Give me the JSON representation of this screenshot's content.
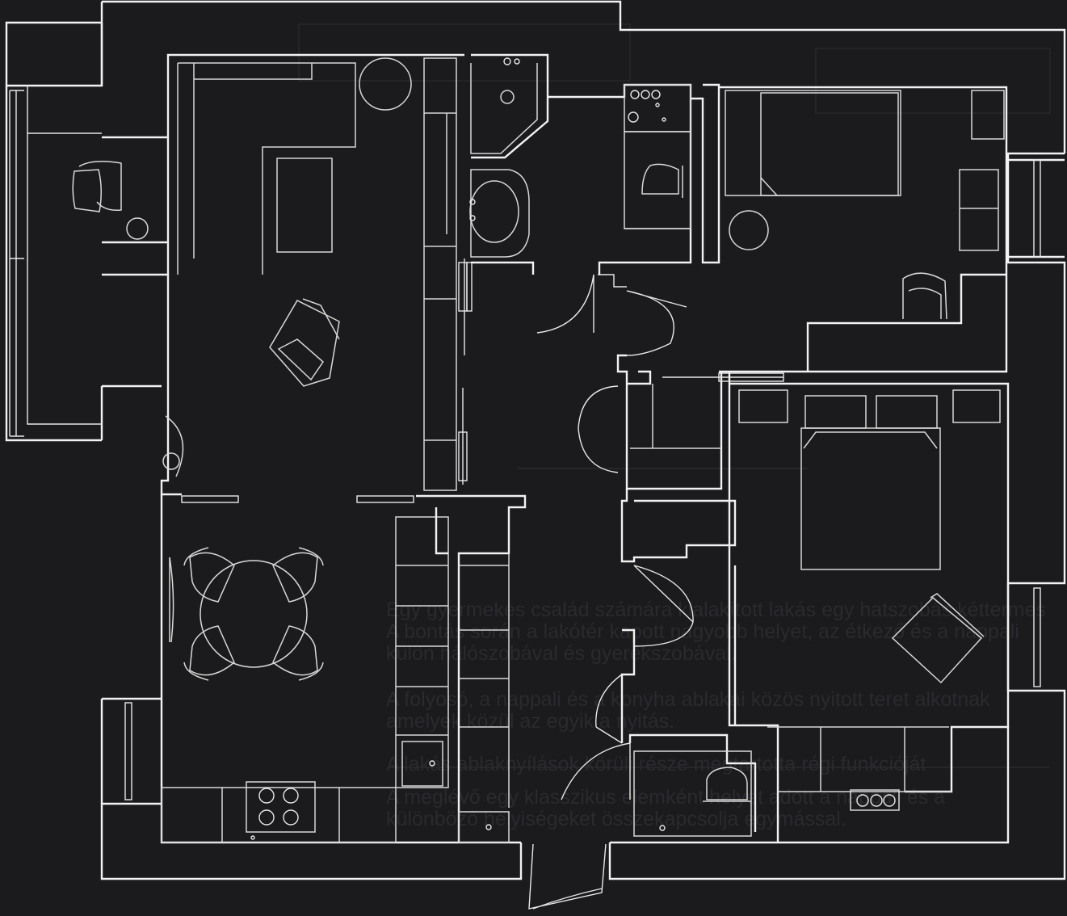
{
  "floorplan": {
    "colors": {
      "background": "#1b1b1d",
      "line": "#f2f2f2",
      "ghost_text": "#2a2a2e"
    },
    "rooms": [
      "living-room",
      "kitchen-dining",
      "bathroom",
      "wc",
      "hallway",
      "child-room",
      "bedroom",
      "balcony",
      "utility-room"
    ]
  },
  "ghost_text": {
    "lines": [
      "Egy gyermekes család számára kialakított lakás egy hatszobás kéttermes",
      "A bontás során a lakótér kapott nagyobb helyet, az étkező és a nappali",
      "külön hálószobával és gyerekszobával."
    ],
    "lines2": [
      "A folyosó, a nappali és a konyha ablakai közös nyitott teret alkotnak",
      "amelyek közül az egyik a nyitás."
    ],
    "lines3": [
      "A lakás ablaknyílások körüli része megtartotta régi funkcióját",
      "A meglévő egy klasszikus elemként helyet adott a nappali és a",
      "különböző helyiségeket összekapcsolja egymással."
    ]
  }
}
